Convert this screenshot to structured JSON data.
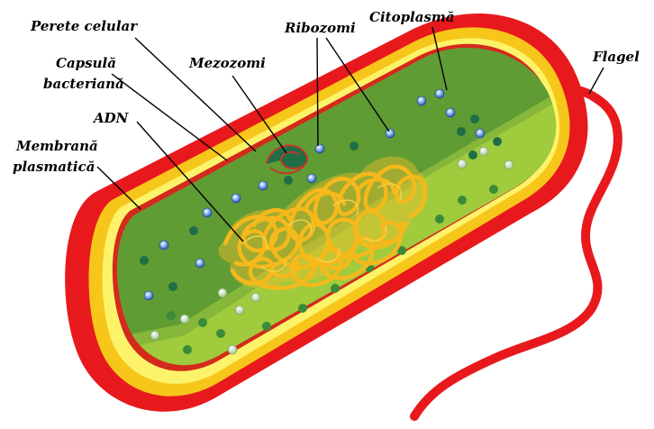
{
  "labels": {
    "perete_celular": "Perete celular",
    "ribozomi": "Ribozomi",
    "citoplasma": "Citoplasmă",
    "mezozomi": "Mezozomi",
    "flagel": "Flagel",
    "capsula_line1": "Capsulă",
    "capsula_line2": "bacteriană",
    "adn": "ADN",
    "membrana_line1": "Membrană",
    "membrana_line2": "plasmatică"
  },
  "colors": {
    "capsule": "#e8191d",
    "cell_wall": "#f2bd10",
    "wall_highlight": "#fdf36a",
    "cytoplasm_dark": "#5f9c34",
    "cytoplasm_light": "#9fcb3c",
    "dna": "#f2b41e",
    "ribosome_blue": "#3a78d8",
    "ribosome_dark": "#1f6e45",
    "ribosome_pale": "#c8e2b0",
    "flagellum": "#e8191d"
  },
  "icons": [
    "ribosome-dot",
    "dna-coil",
    "mesosome-coil"
  ]
}
